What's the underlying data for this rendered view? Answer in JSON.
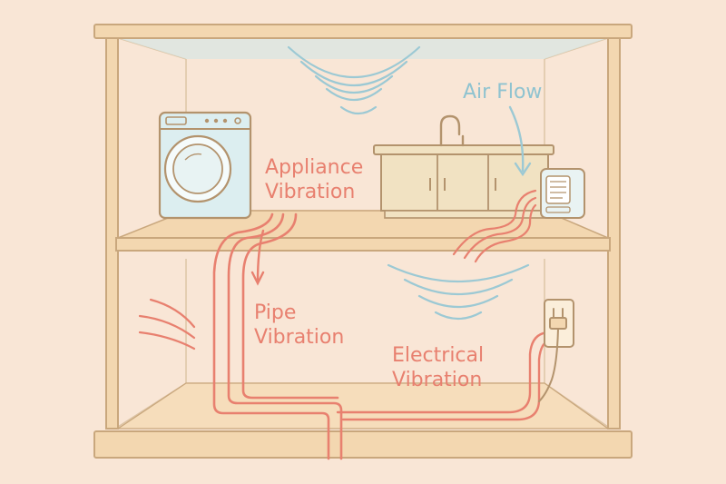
{
  "labels": {
    "air_flow": "Air Flow",
    "appliance_line1": "Appliance",
    "appliance_line2": "Vibration",
    "pipe_line1": "Pipe",
    "pipe_line2": "Vibration",
    "electrical_line1": "Electrical",
    "electrical_line2": "Vibration"
  },
  "colors": {
    "background": "#f9e6d6",
    "wood": "#f3d7b0",
    "wood_stroke": "#c9a77d",
    "vibration_red": "#e8806f",
    "air_blue": "#9cc9d4",
    "appliance_blue": "#dceef0",
    "cabinet": "#f1e2c2",
    "ink": "#b3936d"
  },
  "icons": [
    "washing-machine-icon",
    "sink-cabinet-icon",
    "faucet-icon",
    "air-purifier-icon",
    "wall-outlet-icon",
    "plug-icon"
  ]
}
